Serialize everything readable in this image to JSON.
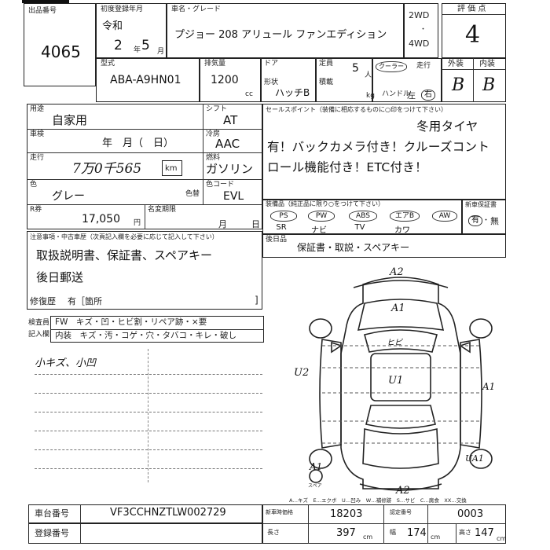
{
  "lot": {
    "label": "出品番号",
    "number": "4065"
  },
  "first_reg": {
    "label": "初度登録年月",
    "era": "令和",
    "year": "2",
    "year_unit": "年",
    "month": "5",
    "month_unit": "月"
  },
  "car_name": {
    "label": "車名・グレード",
    "value": "プジョー 208 アリュール ファンエディション"
  },
  "drive": {
    "two": "2WD",
    "four": "4WD"
  },
  "score": {
    "label": "評 価 点",
    "value": "4",
    "exterior_label": "外装",
    "interior_label": "内装",
    "exterior": "B",
    "interior": "B"
  },
  "model": {
    "label": "型式",
    "value": "ABA-A9HN01"
  },
  "displacement": {
    "label": "排気量",
    "value": "1200",
    "unit": "cc"
  },
  "doors": {
    "label": "ドア",
    "body_label": "形状",
    "body": "ハッチB"
  },
  "capacity": {
    "label": "定員",
    "value": "5",
    "unit": "人",
    "load_label": "積載",
    "load_unit": "kg"
  },
  "steering": {
    "cooler": "クーラー",
    "mode": "走行",
    "handle": "ハンドル",
    "left": "左",
    "right": "右"
  },
  "usage": {
    "label": "用途",
    "value": "自家用"
  },
  "shift": {
    "label": "シフト",
    "value": "AT"
  },
  "inspection": {
    "label": "車検",
    "value": "年　月（　日）"
  },
  "aircon": {
    "label": "冷房",
    "value": "AAC"
  },
  "mileage": {
    "label": "走行",
    "value": "7万0千565",
    "unit": "km"
  },
  "fuel": {
    "label": "燃料",
    "value": "ガソリン"
  },
  "color": {
    "label": "色",
    "value": "グレー",
    "change_label": "色替",
    "code_label": "色コード",
    "code": "EVL"
  },
  "sales_points": {
    "label": "セールスポイント（装備に相応するものに○印をつけて下さい）",
    "text": "冬用タイヤ有！バックカメラ付き！クルーズコントロール機能付き！ETC付き！"
  },
  "recycle": {
    "label": "R券",
    "value": "17,050",
    "unit": "円"
  },
  "deadline": {
    "label": "名変期限",
    "month": "月",
    "day": "日"
  },
  "equipment": {
    "label": "装備品（純正品に限り○をつけて下さい）",
    "items": [
      {
        "code": "PS",
        "name": "SR"
      },
      {
        "code": "PW",
        "name": "ナビ"
      },
      {
        "code": "ABS",
        "name": "TV"
      },
      {
        "code": "エアB",
        "name": "カワ"
      },
      {
        "code": "AW",
        "name": ""
      }
    ],
    "new_car_label": "新車保証書",
    "has": "有",
    "none": "無"
  },
  "notes": {
    "label": "注意事項・中古車歴（次頁記入欄を必要に応じて記入して下さい）",
    "line1": "取扱説明書、保証書、スペアキー",
    "line2": "後日郵送",
    "repair_label": "修復歴",
    "repair_value": "有［箇所"
  },
  "post_items": {
    "label": "後日品",
    "value": "保証書・取説・スペアキー"
  },
  "inspector": {
    "label1": "検査員",
    "label2": "記入欄",
    "row1": "FW　キズ・凹・ヒビ割・リペア跡・×要",
    "row2": "内装　キズ・汚・コゲ・穴・タバコ・キレ・破し"
  },
  "handwritten": {
    "note": "小キズ、小凹"
  },
  "diagram": {
    "marks": [
      "A2",
      "A1",
      "ヒビ",
      "U2",
      "U1",
      "A1",
      "A1",
      "UA1",
      "A2"
    ],
    "spare_label": "スペア",
    "legend": "A…キズ　E…エクボ　U…凹み　W…補修跡　S…サビ　C…腐食　XX…交換"
  },
  "chassis": {
    "label": "車台番号",
    "value": "VF3CCHNZTLW002729"
  },
  "registration": {
    "label": "登録番号"
  },
  "dims": {
    "length_label": "長さ",
    "length": "397",
    "width_label": "幅",
    "width": "174",
    "height_label": "高さ",
    "height": "147",
    "unit": "cm",
    "ref1_label": "新車時価格",
    "ref1": "18203",
    "ref2_label": "認定番号",
    "ref2": "0003"
  }
}
